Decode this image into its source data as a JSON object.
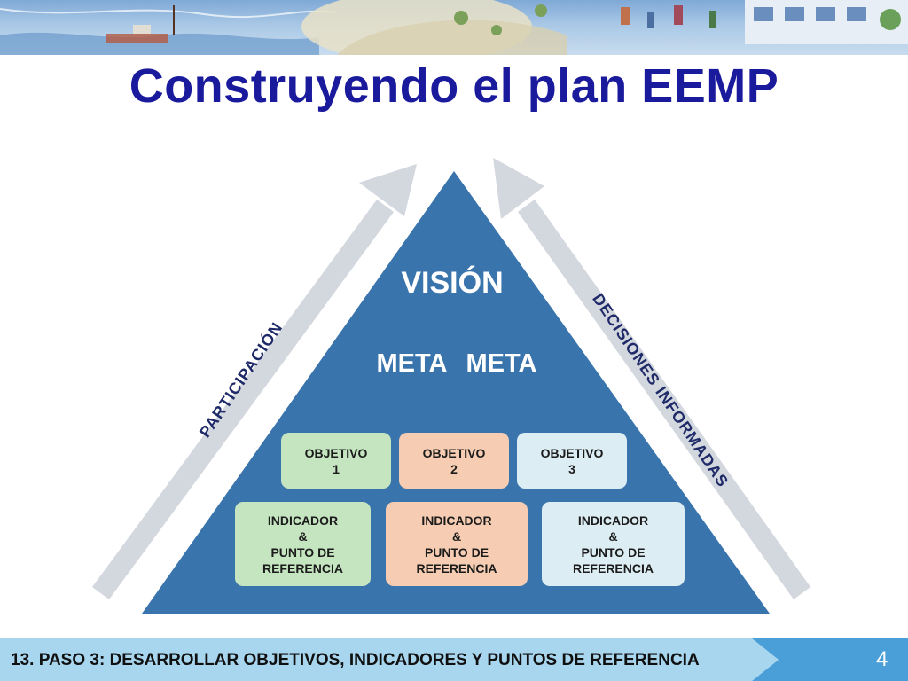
{
  "slide": {
    "title": "Construyendo el plan EEMP",
    "page_number": "4"
  },
  "diagram": {
    "vision": "VISIÓN",
    "metas": "META META",
    "left_arrow_label": "PARTICIPACIÓN",
    "right_arrow_label": "DECISIONES INFORMADAS",
    "objectives": [
      {
        "line1": "OBJETIVO",
        "line2": "1"
      },
      {
        "line1": "OBJETIVO",
        "line2": "2"
      },
      {
        "line1": "OBJETIVO",
        "line2": "3"
      }
    ],
    "indicators": [
      {
        "line1": "INDICADOR",
        "line2": "&",
        "line3": "PUNTO DE",
        "line4": "REFERENCIA"
      },
      {
        "line1": "INDICADOR",
        "line2": "&",
        "line3": "PUNTO DE",
        "line4": "REFERENCIA"
      },
      {
        "line1": "INDICADOR",
        "line2": "&",
        "line3": "PUNTO DE",
        "line4": "REFERENCIA"
      }
    ]
  },
  "footer": {
    "text": "13. PASO 3: DESARROLLAR OBJETIVOS, INDICADORES Y PUNTOS DE REFERENCIA"
  },
  "colors": {
    "title": "#1a1a9c",
    "triangle": "#3a74ac",
    "arrows": "#d3d7de",
    "objective_1": "#c5e4c0",
    "objective_2": "#f6cdb2",
    "objective_3": "#dcedf3",
    "footer_band": "#a9d6ef"
  },
  "icons": [
    "decorative-banner-illustration",
    "up-arrow-left",
    "up-arrow-right"
  ]
}
